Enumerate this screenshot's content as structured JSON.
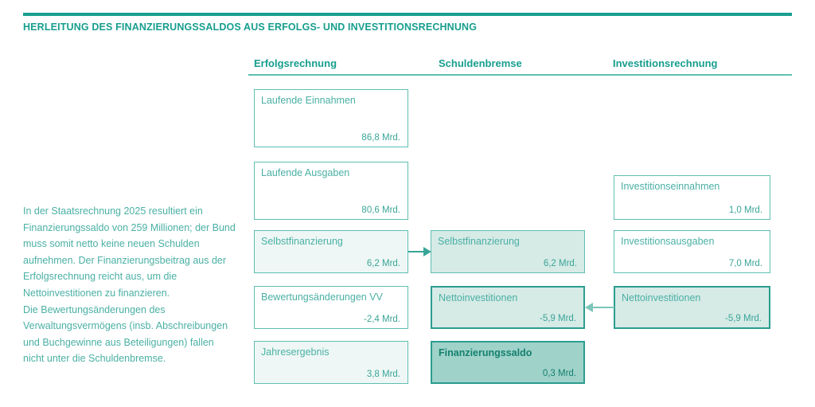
{
  "title": "HERLEITUNG DES FINANZIERUNGSSALDOS AUS ERFOLGS- UND INVESTITIONSRECHNUNG",
  "colors": {
    "accent": "#179e8e",
    "rule": "#5fbfb2",
    "text": "#4ab0a4",
    "fill_light": "#d6eae6",
    "fill_xlight": "#eef7f5",
    "fill_mid": "#9fd2c9",
    "border_strong": "#2a9d8f"
  },
  "columns": {
    "erfolgsrechnung": "Erfolgsrechnung",
    "schuldenbremse": "Schuldenbremse",
    "investitionsrechnung": "Investitionsrechnung"
  },
  "side_note": {
    "paragraph1": "In der Staatsrechnung 2025 resultiert ein Finanzierungssaldo von 259 Millionen; der Bund muss somit netto keine neuen Schulden aufnehmen. Der Finanzierungsbeitrag aus der Erfolgsrechnung reicht aus, um die Nettoinvestitionen zu finanzieren.",
    "paragraph2": "Die Bewertungsänderungen des Verwaltungsvermögens (insb. Abschreibungen und Buchgewinne aus Beteiligungen) fallen nicht unter die Schuldenbremse."
  },
  "chart_data": {
    "type": "diagram",
    "title": "HERLEITUNG DES FINANZIERUNGSSALDOS AUS ERFOLGS- UND INVESTITIONSRECHNUNG",
    "unit": "Mrd.",
    "columns": [
      "Erfolgsrechnung",
      "Schuldenbremse",
      "Investitionsrechnung"
    ],
    "nodes": [
      {
        "column": "Erfolgsrechnung",
        "label": "Laufende Einnahmen",
        "value": 86.8,
        "value_text": "86,8 Mrd."
      },
      {
        "column": "Erfolgsrechnung",
        "label": "Laufende Ausgaben",
        "value": 80.6,
        "value_text": "80,6 Mrd."
      },
      {
        "column": "Erfolgsrechnung",
        "label": "Selbstfinanzierung",
        "value": 6.2,
        "value_text": "6,2 Mrd."
      },
      {
        "column": "Erfolgsrechnung",
        "label": "Bewertungsänderungen VV",
        "value": -2.4,
        "value_text": "-2,4 Mrd."
      },
      {
        "column": "Erfolgsrechnung",
        "label": "Jahresergebnis",
        "value": 3.8,
        "value_text": "3,8 Mrd."
      },
      {
        "column": "Schuldenbremse",
        "label": "Selbstfinanzierung",
        "value": 6.2,
        "value_text": "6,2 Mrd."
      },
      {
        "column": "Schuldenbremse",
        "label": "Nettoinvestitionen",
        "value": -5.9,
        "value_text": "-5,9 Mrd."
      },
      {
        "column": "Schuldenbremse",
        "label": "Finanzierungssaldo",
        "value": 0.3,
        "value_text": "0,3 Mrd."
      },
      {
        "column": "Investitionsrechnung",
        "label": "Investitionseinnahmen",
        "value": 1.0,
        "value_text": "1,0 Mrd."
      },
      {
        "column": "Investitionsrechnung",
        "label": "Investitionsausgaben",
        "value": 7.0,
        "value_text": "7,0 Mrd."
      },
      {
        "column": "Investitionsrechnung",
        "label": "Nettoinvestitionen",
        "value": -5.9,
        "value_text": "-5,9 Mrd."
      }
    ],
    "edges": [
      {
        "from": "Erfolgsrechnung/Selbstfinanzierung",
        "to": "Schuldenbremse/Selbstfinanzierung",
        "direction": "right"
      },
      {
        "from": "Investitionsrechnung/Nettoinvestitionen",
        "to": "Schuldenbremse/Nettoinvestitionen",
        "direction": "left"
      }
    ]
  },
  "boxes": {
    "c1_einnahmen": {
      "label": "Laufende Einnahmen",
      "value": "86,8 Mrd."
    },
    "c1_ausgaben": {
      "label": "Laufende Ausgaben",
      "value": "80,6 Mrd."
    },
    "c1_selbstfin": {
      "label": "Selbstfinanzierung",
      "value": "6,2 Mrd."
    },
    "c1_bewertung": {
      "label": "Bewertungsänderungen VV",
      "value": "-2,4 Mrd."
    },
    "c1_jahresergebnis": {
      "label": "Jahresergebnis",
      "value": "3,8 Mrd."
    },
    "c2_selbstfin": {
      "label": "Selbstfinanzierung",
      "value": "6,2 Mrd."
    },
    "c2_netto": {
      "label": "Nettoinvestitionen",
      "value": "-5,9 Mrd."
    },
    "c2_saldo": {
      "label": "Finanzierungssaldo",
      "value": "0,3 Mrd."
    },
    "c3_einnahmen": {
      "label": "Investitionseinnahmen",
      "value": "1,0 Mrd."
    },
    "c3_ausgaben": {
      "label": "Investitionsausgaben",
      "value": "7,0 Mrd."
    },
    "c3_netto": {
      "label": "Nettoinvestitionen",
      "value": "-5,9 Mrd."
    }
  }
}
